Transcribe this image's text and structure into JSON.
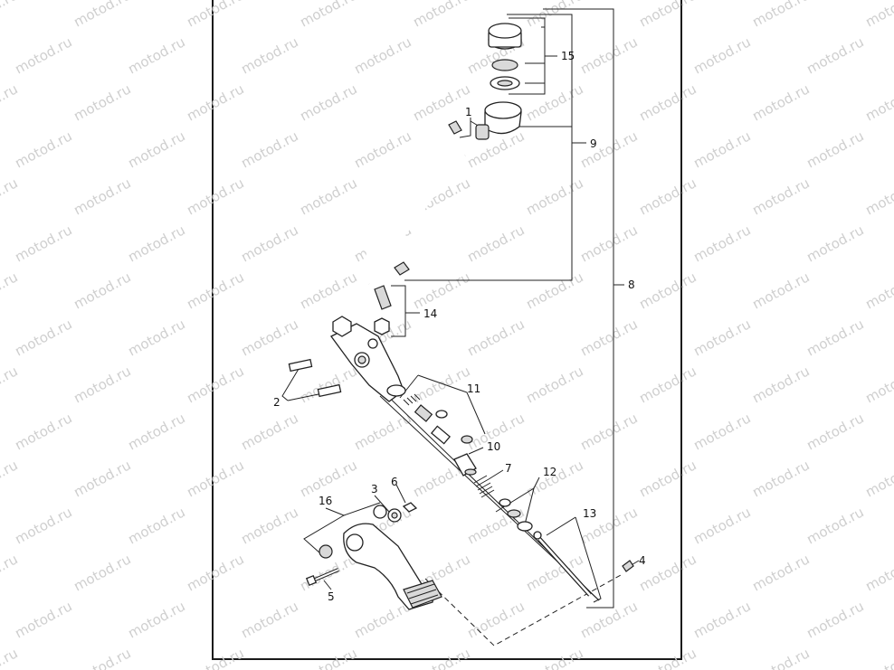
{
  "watermark": {
    "text": "motod.ru"
  },
  "callouts": [
    {
      "id": "c1",
      "label": "1"
    },
    {
      "id": "c2",
      "label": "2"
    },
    {
      "id": "c3",
      "label": "3"
    },
    {
      "id": "c4",
      "label": "4"
    },
    {
      "id": "c5",
      "label": "5"
    },
    {
      "id": "c6",
      "label": "6"
    },
    {
      "id": "c7",
      "label": "7"
    },
    {
      "id": "c8",
      "label": "8"
    },
    {
      "id": "c9",
      "label": "9"
    },
    {
      "id": "c10",
      "label": "10"
    },
    {
      "id": "c11",
      "label": "11"
    },
    {
      "id": "c12",
      "label": "12"
    },
    {
      "id": "c13",
      "label": "13"
    },
    {
      "id": "c14",
      "label": "14"
    },
    {
      "id": "c15",
      "label": "15"
    },
    {
      "id": "c16",
      "label": "16"
    }
  ]
}
